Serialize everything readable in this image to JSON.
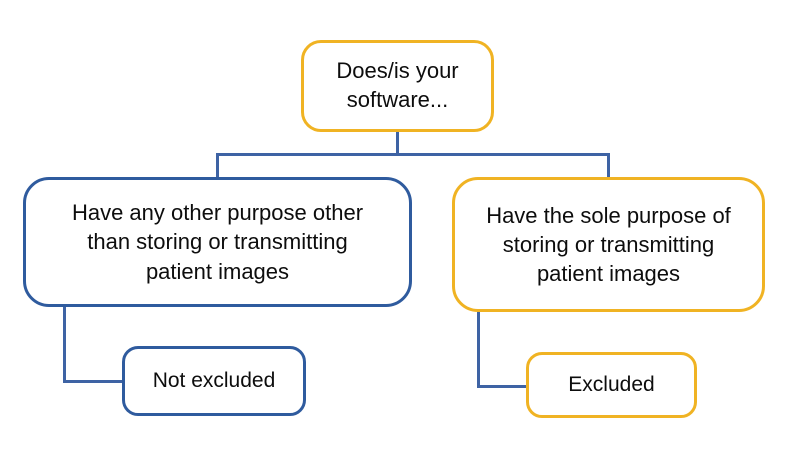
{
  "flowchart": {
    "root": {
      "label": "Does/is your\nsoftware..."
    },
    "left_branch": {
      "question": "Have any other purpose other\nthan storing or transmitting\npatient images",
      "outcome": "Not excluded"
    },
    "right_branch": {
      "question": "Have the sole purpose of\nstoring or transmitting\npatient images",
      "outcome": "Excluded"
    },
    "colors": {
      "blue_border": "#2f5b9e",
      "gold_border": "#f0b323",
      "connector": "#3e63a4",
      "text": "#0d0d0d",
      "background": "#ffffff"
    }
  }
}
